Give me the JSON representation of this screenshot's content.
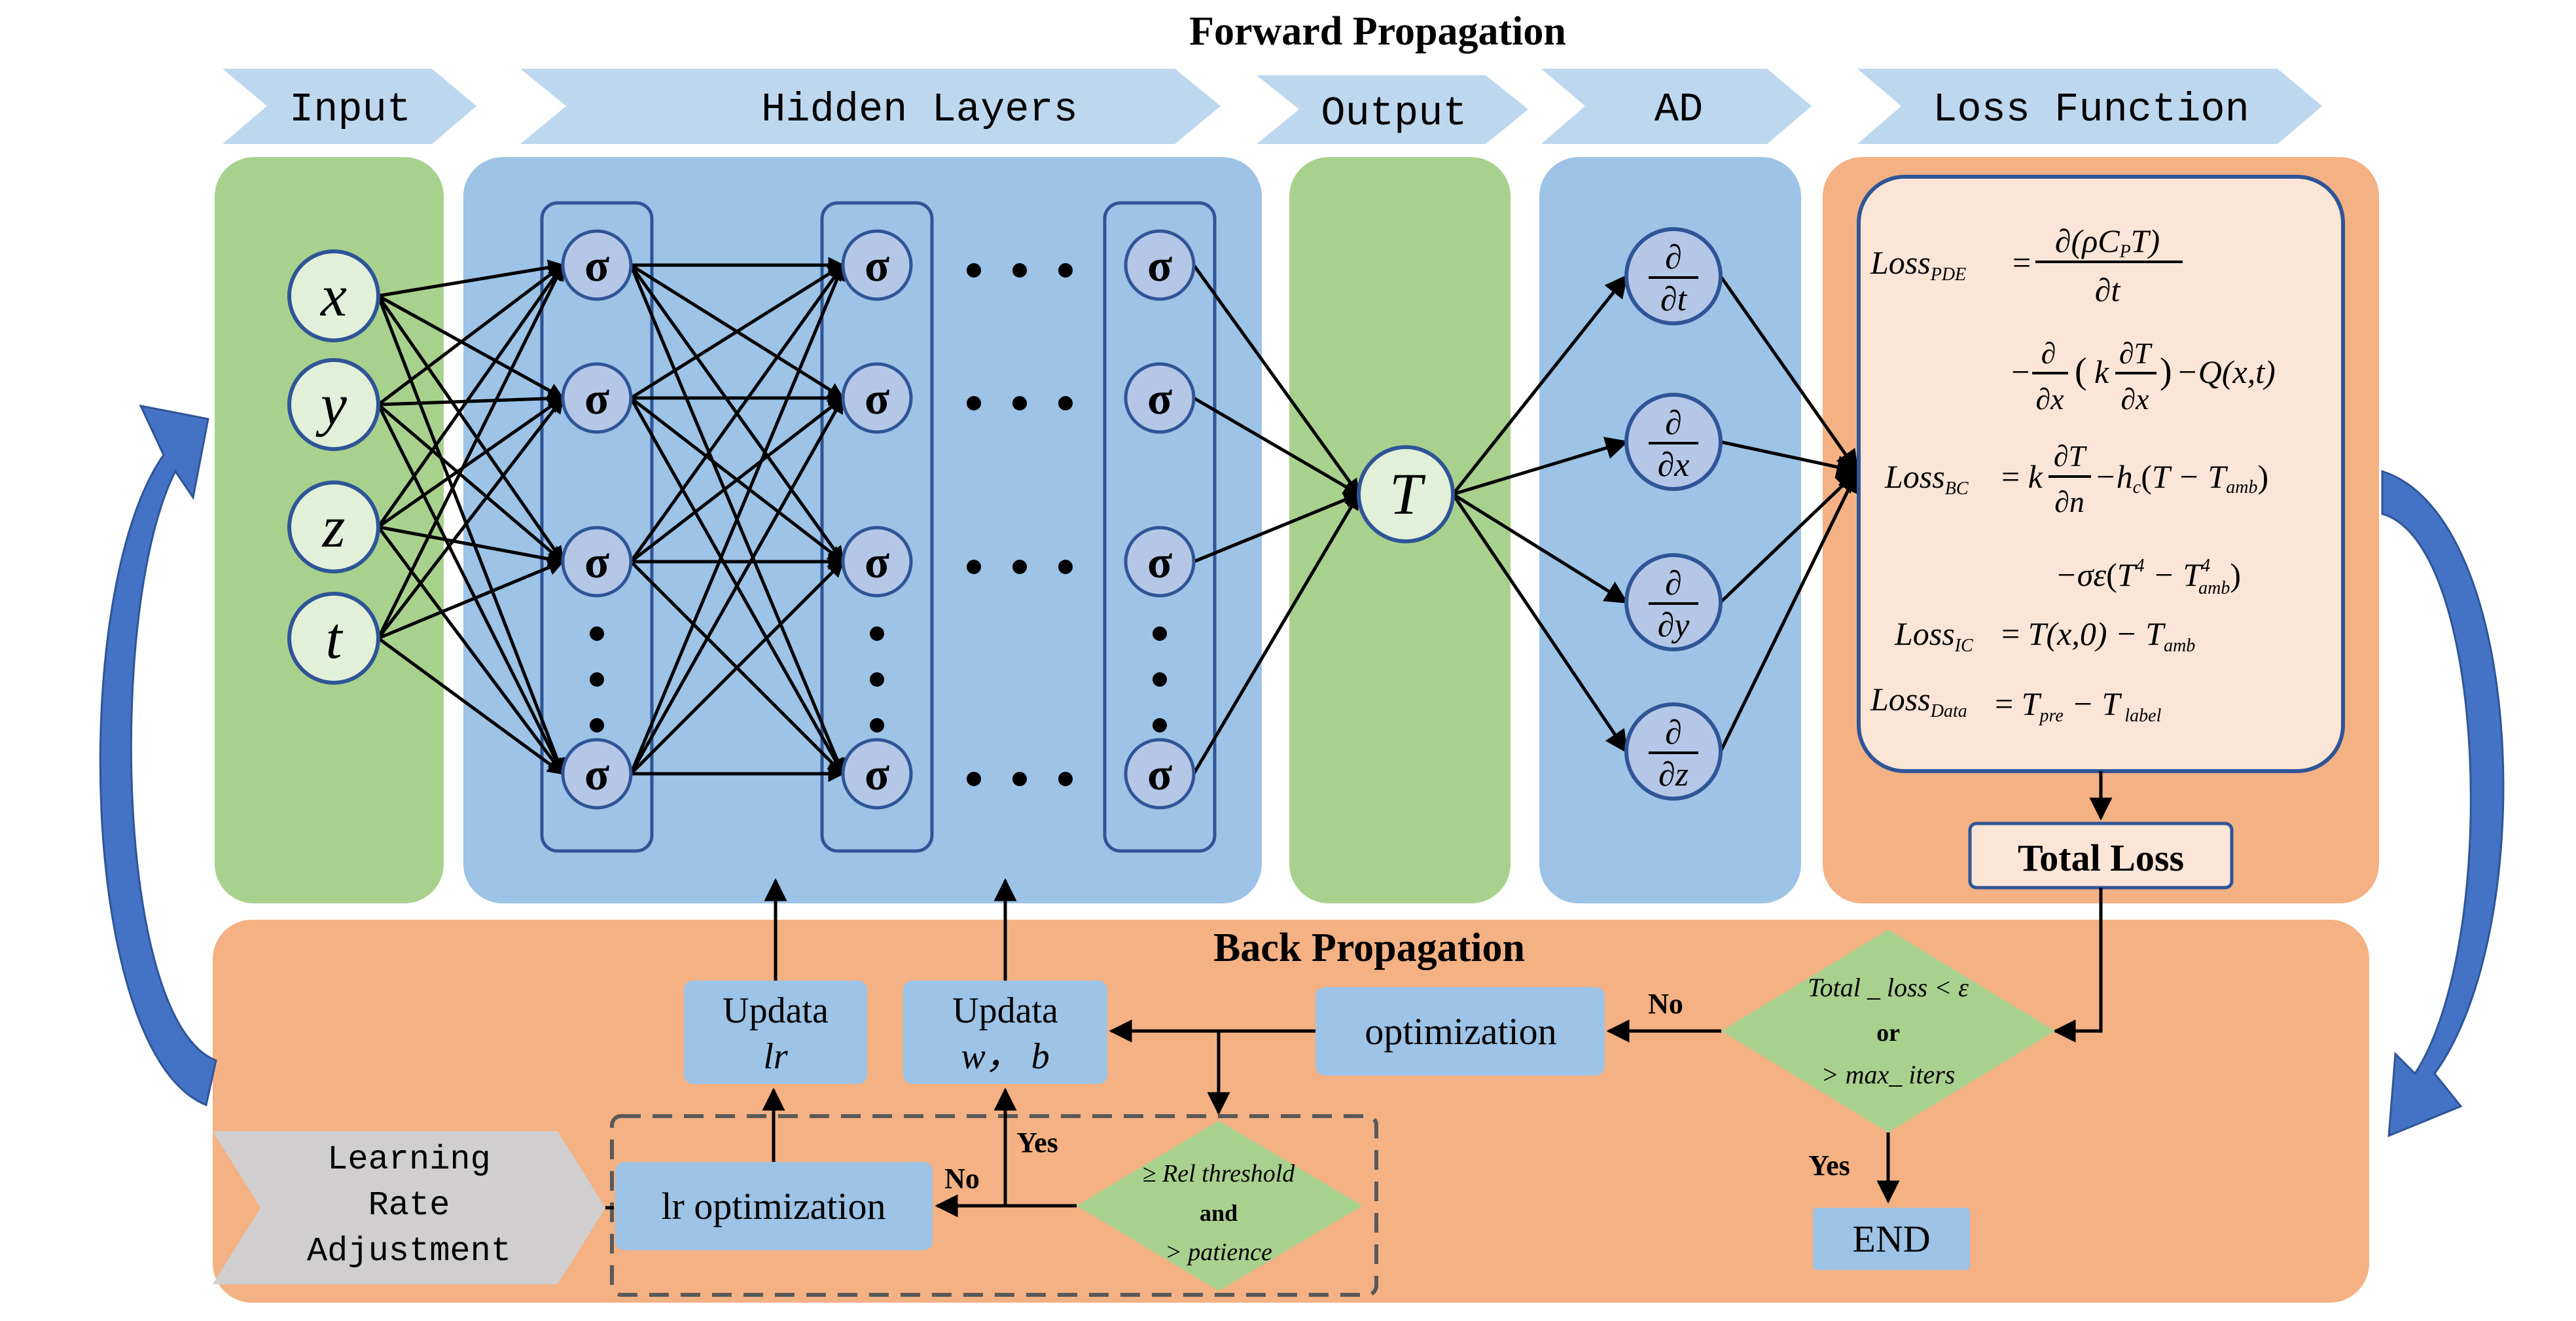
{
  "title": "Forward Propagation",
  "stages": {
    "input": "Input",
    "hidden": "Hidden Layers",
    "output": "Output",
    "ad": "AD",
    "loss": "Loss Function"
  },
  "input_nodes": [
    "x",
    "y",
    "z",
    "t"
  ],
  "neuron_symbol": "σ",
  "output_node": "T",
  "ad_nodes": [
    {
      "num": "∂",
      "den": "∂t"
    },
    {
      "num": "∂",
      "den": "∂x"
    },
    {
      "num": "∂",
      "den": "∂y"
    },
    {
      "num": "∂",
      "den": "∂z"
    }
  ],
  "loss_equations": {
    "pde_label": "Loss",
    "pde_sub": "PDE",
    "bc_label": "Loss",
    "bc_sub": "BC",
    "ic_label": "Loss",
    "ic_sub": "IC",
    "data_label": "Loss",
    "data_sub": "Data"
  },
  "total_loss": "Total Loss",
  "back_propagation": "Back Propagation",
  "update_lr": {
    "line1": "Updata",
    "line2": "lr"
  },
  "update_wb": {
    "line1": "Updata",
    "line2": "w， b"
  },
  "optimization": "optimization",
  "stop_condition": {
    "line1": "Total _ loss < ε",
    "line2": "or",
    "line3": "> max_ iters"
  },
  "no_label": "No",
  "yes_label": "Yes",
  "end": "END",
  "lr_adjust": {
    "line1": "Learning",
    "line2": "Rate",
    "line3": "Adjustment"
  },
  "lr_optimization": "lr optimization",
  "plateau_condition": {
    "line1": "≥ Rel threshold",
    "line2": "and",
    "line3": "> patience"
  },
  "colors": {
    "green": "#a9d18e",
    "blue": "#9dc3e6",
    "orange": "#f4b183",
    "chevron": "#bdd7ee",
    "node_green": "#e2f0d9",
    "node_blue": "#b4c7e7",
    "dark_blue": "#2f5597",
    "diamond": "#a9d18e",
    "loss_box": "#fbe5d6",
    "arc": "#4472c4"
  }
}
